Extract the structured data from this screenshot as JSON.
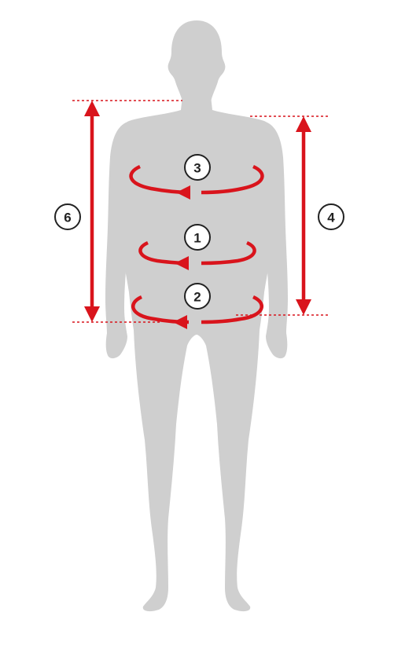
{
  "colors": {
    "figure": "#cfcfcf",
    "accent": "#d9141c",
    "marker_stroke": "#222222",
    "background": "#ffffff"
  },
  "markers": {
    "waist": "1",
    "hips": "2",
    "chest": "3",
    "torso_length_right": "4",
    "torso_length_left": "6"
  }
}
